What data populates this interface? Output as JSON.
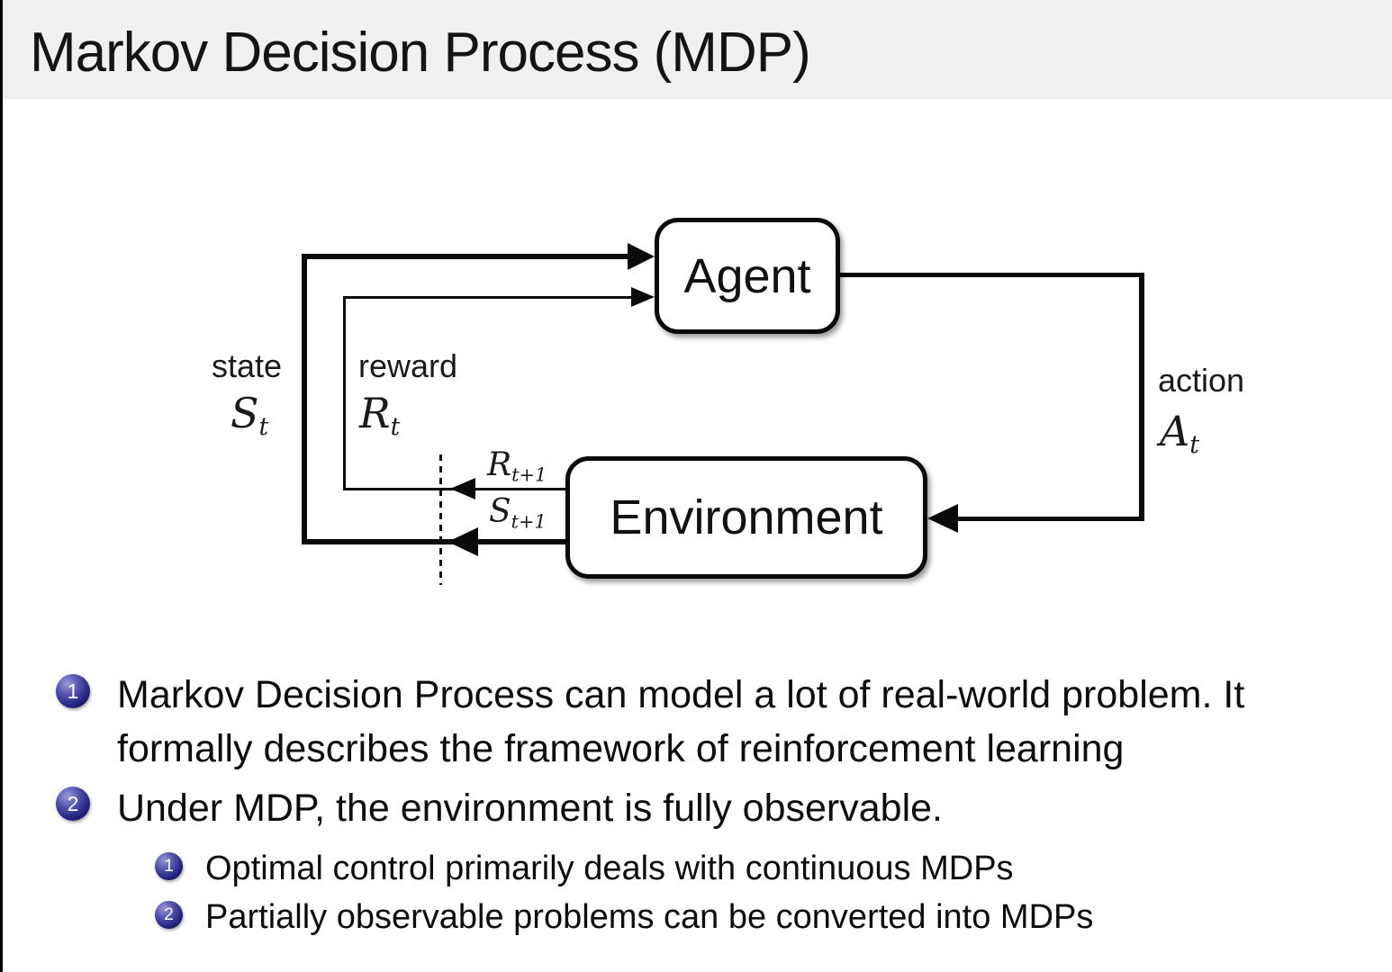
{
  "title": "Markov Decision Process (MDP)",
  "colors": {
    "header_bg": "#f0f0f0",
    "line_black": "#0a0a0a",
    "ball_dark": "#101055",
    "ball_mid": "#22227e",
    "ball_highlight": "#9a9ad6",
    "text": "#111111"
  },
  "diagram": {
    "agent": "Agent",
    "environment": "Environment",
    "state": {
      "label": "state",
      "symbol": "S",
      "sub": "t"
    },
    "reward": {
      "label": "reward",
      "symbol": "R",
      "sub": "t"
    },
    "action": {
      "label": "action",
      "symbol": "A",
      "sub": "t"
    },
    "next_reward": {
      "symbol": "R",
      "sub": "t+1"
    },
    "next_state": {
      "symbol": "S",
      "sub": "t+1"
    }
  },
  "bullets": {
    "item1": {
      "number": "1",
      "lines": [
        "Markov Decision Process can model a lot of real-world problem. It",
        "formally describes the framework of reinforcement learning"
      ]
    },
    "item2": {
      "number": "2",
      "text": "Under MDP, the environment is fully observable."
    },
    "sub1": {
      "number": "1",
      "text": "Optimal control primarily deals with continuous MDPs"
    },
    "sub2": {
      "number": "2",
      "text": "Partially observable problems can be converted into MDPs"
    }
  }
}
